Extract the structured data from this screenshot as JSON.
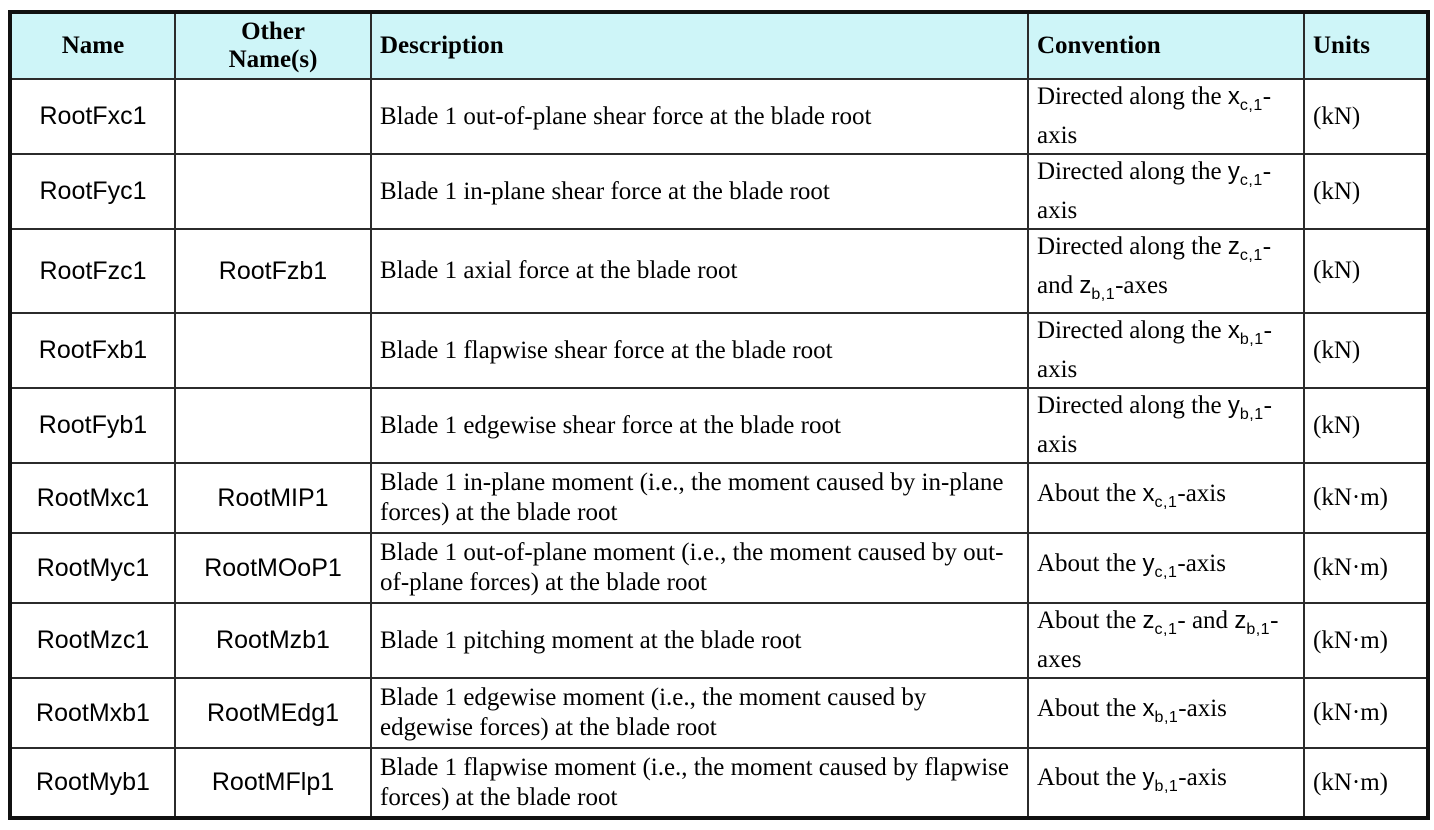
{
  "colors": {
    "header_bg": "#cef5f8",
    "border_outer": "#111111",
    "border_inner": "#2b2b2b",
    "text": "#000000"
  },
  "table": {
    "headers": [
      "Name",
      "Other Name(s)",
      "Description",
      "Convention",
      "Units"
    ],
    "rows": [
      {
        "name": "RootFxc1",
        "other_names": "",
        "description": "Blade 1 out-of-plane shear force at the blade root",
        "convention": [
          {
            "t": "Directed along the "
          },
          {
            "ax": "x",
            "sub": "c,1"
          },
          {
            "t": "-axis"
          }
        ],
        "units": "(kN)"
      },
      {
        "name": "RootFyc1",
        "other_names": "",
        "description": "Blade 1 in-plane shear force at the blade root",
        "convention": [
          {
            "t": "Directed along the "
          },
          {
            "ax": "y",
            "sub": "c,1"
          },
          {
            "t": "-axis"
          }
        ],
        "units": "(kN)"
      },
      {
        "name": "RootFzc1",
        "other_names": "RootFzb1",
        "description": "Blade 1 axial force at the blade root",
        "convention": [
          {
            "t": "Directed along the "
          },
          {
            "ax": "z",
            "sub": "c,1"
          },
          {
            "t": "- and "
          },
          {
            "ax": "z",
            "sub": "b,1"
          },
          {
            "t": "-axes"
          }
        ],
        "units": "(kN)"
      },
      {
        "name": "RootFxb1",
        "other_names": "",
        "description": "Blade 1 flapwise shear force at the blade root",
        "convention": [
          {
            "t": "Directed along the "
          },
          {
            "ax": "x",
            "sub": "b,1"
          },
          {
            "t": "-axis"
          }
        ],
        "units": "(kN)"
      },
      {
        "name": "RootFyb1",
        "other_names": "",
        "description": "Blade 1 edgewise shear force at the blade root",
        "convention": [
          {
            "t": "Directed along the "
          },
          {
            "ax": "y",
            "sub": "b,1"
          },
          {
            "t": "-axis"
          }
        ],
        "units": "(kN)"
      },
      {
        "name": "RootMxc1",
        "other_names": "RootMIP1",
        "description": "Blade 1 in-plane moment (i.e., the moment caused by in-plane forces) at the blade root",
        "convention": [
          {
            "t": "About the "
          },
          {
            "ax": "x",
            "sub": "c,1"
          },
          {
            "t": "-axis"
          }
        ],
        "units": "(kN·m)"
      },
      {
        "name": "RootMyc1",
        "other_names": "RootMOoP1",
        "description": "Blade 1 out-of-plane moment (i.e., the moment caused by out-of-plane forces) at the blade root",
        "convention": [
          {
            "t": "About the "
          },
          {
            "ax": "y",
            "sub": "c,1"
          },
          {
            "t": "-axis"
          }
        ],
        "units": "(kN·m)"
      },
      {
        "name": "RootMzc1",
        "other_names": "RootMzb1",
        "description": "Blade 1 pitching moment at the blade root",
        "convention": [
          {
            "t": "About the "
          },
          {
            "ax": "z",
            "sub": "c,1"
          },
          {
            "t": "- and "
          },
          {
            "ax": "z",
            "sub": "b,1"
          },
          {
            "t": "-axes"
          }
        ],
        "units": "(kN·m)"
      },
      {
        "name": "RootMxb1",
        "other_names": "RootMEdg1",
        "description": "Blade 1 edgewise moment (i.e., the moment caused by edgewise forces) at the blade root",
        "convention": [
          {
            "t": "About the "
          },
          {
            "ax": "x",
            "sub": "b,1"
          },
          {
            "t": "-axis"
          }
        ],
        "units": "(kN·m)"
      },
      {
        "name": "RootMyb1",
        "other_names": "RootMFlp1",
        "description": "Blade 1 flapwise moment (i.e., the moment caused by flapwise forces) at the blade root",
        "convention": [
          {
            "t": "About the "
          },
          {
            "ax": "y",
            "sub": "b,1"
          },
          {
            "t": "-axis"
          }
        ],
        "units": "(kN·m)"
      }
    ]
  }
}
